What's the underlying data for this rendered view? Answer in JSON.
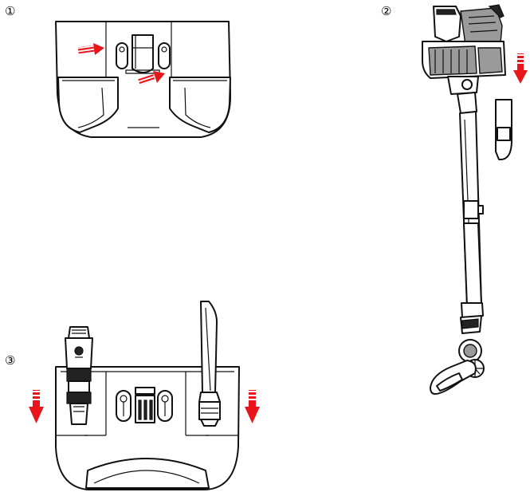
{
  "steps": [
    {
      "label": "①"
    },
    {
      "label": "②"
    },
    {
      "label": "③"
    }
  ],
  "colors": {
    "line": "#111111",
    "arrow": "#e8161b",
    "fill_gray": "#9a9a9a",
    "background": "#ffffff"
  },
  "arrows": [
    {
      "step": 1,
      "direction": "right"
    },
    {
      "step": 1,
      "direction": "up-right"
    },
    {
      "step": 2,
      "direction": "down"
    },
    {
      "step": 3,
      "direction": "down"
    },
    {
      "step": 3,
      "direction": "down"
    }
  ]
}
